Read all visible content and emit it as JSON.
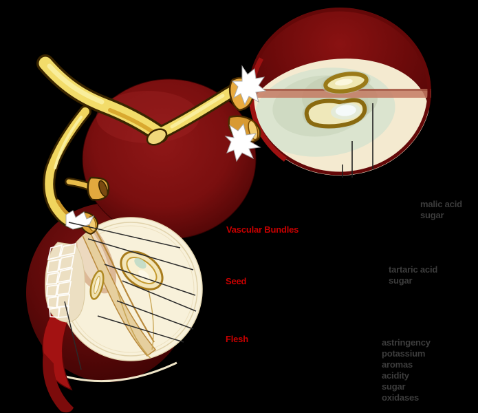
{
  "labels": {
    "vascular_bundles": "Vascular Bundles",
    "seed": "Seed",
    "flesh": "Flesh",
    "inner_zone_lines": [
      "malic acid",
      "sugar"
    ],
    "middle_zone_lines": [
      "tartaric acid",
      "sugar"
    ],
    "skin_zone_lines": [
      "astringency",
      "potassium",
      "aromas",
      "acidity",
      "sugar",
      "oxidases"
    ]
  },
  "colors": {
    "background": "#000000",
    "part_label_red": "#c80000",
    "zone_label_gray": "#3c3c3c",
    "grape_skin_dark": "#4a0404",
    "grape_skin_light": "#9e1c1c",
    "stem_yellow": "#f2dc6a",
    "stem_outline": "#3a2500",
    "flesh_cream": "#f4ead0",
    "flesh_green": "#d9e2cc",
    "seed_gold": "#8f6a10",
    "vascular_band_salmon": "#c47b64",
    "skin_flap_red": "#a31212",
    "pointer_line": "#2a2a2a"
  }
}
